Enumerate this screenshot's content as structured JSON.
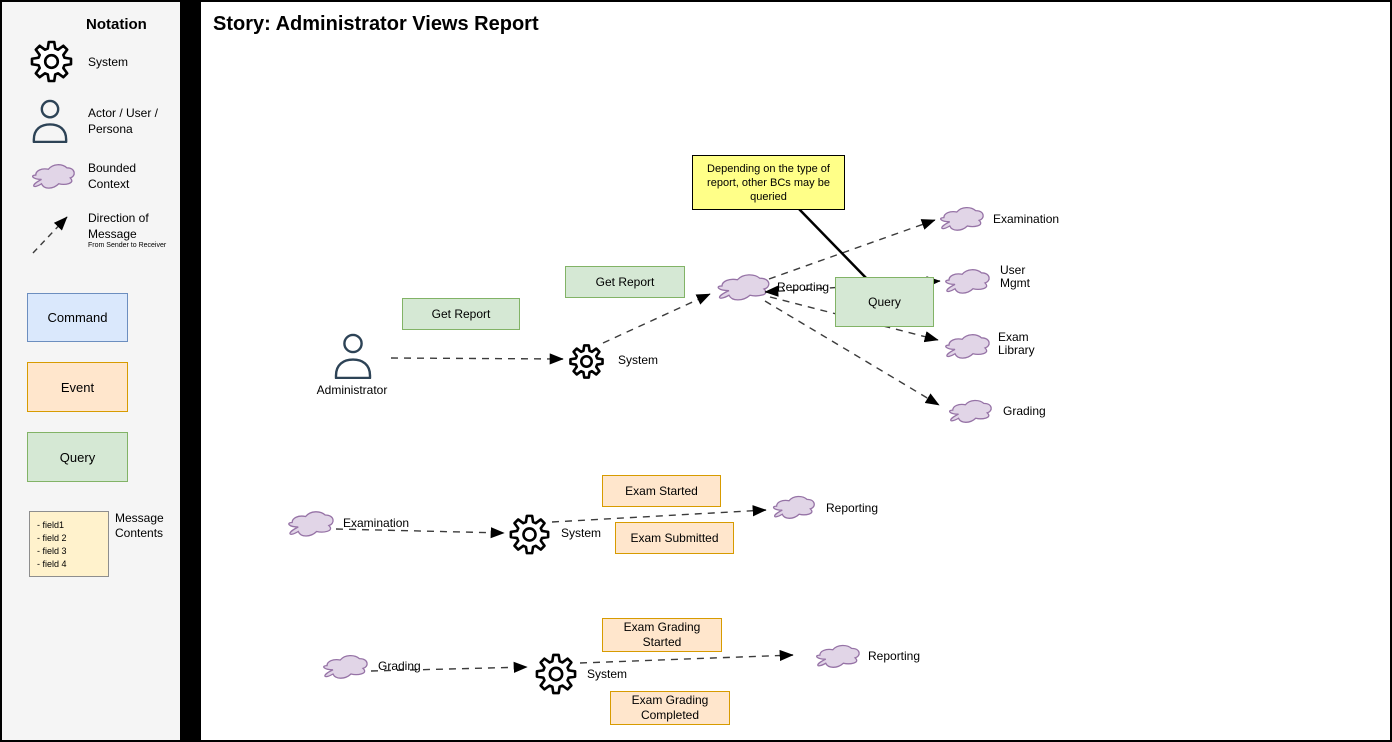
{
  "colors": {
    "command_fill": "#dae8fc",
    "command_stroke": "#6c8ebf",
    "event_fill": "#ffe6cc",
    "event_stroke": "#d79b00",
    "query_fill": "#d5e8d4",
    "query_stroke": "#82b366",
    "bounded_context_fill": "#e1d5e7",
    "bounded_context_stroke": "#9673a6",
    "note_fill": "#ffff88",
    "message_contents_fill": "#fff2cc",
    "sidebar_bg": "#f5f5f5",
    "divider": "#000000"
  },
  "sidebar": {
    "title": "Notation",
    "system_label": "System",
    "actor_label": "Actor / User /\nPersona",
    "bounded_context_label": "Bounded\nContext",
    "direction_label": "Direction of\nMessage",
    "direction_sublabel": "From Sender to Receiver",
    "command_label": "Command",
    "event_label": "Event",
    "query_label": "Query",
    "message_contents_fields": "- field1\n- field 2\n- field 3\n- field 4",
    "message_contents_label": "Message\nContents"
  },
  "canvas": {
    "title": "Story: Administrator Views Report",
    "note_text": "Depending on the type of\nreport, other BCs may be\nqueried",
    "row1": {
      "actor_label": "Administrator",
      "command1": "Get Report",
      "command2": "Get Report",
      "system_label": "System",
      "reporting_label": "Reporting",
      "query_label": "Query",
      "examination_label": "Examination",
      "user_mgmt_label": "User\nMgmt",
      "exam_library_label": "Exam\nLibrary",
      "grading_label": "Grading"
    },
    "row2": {
      "examination_label": "Examination",
      "system_label": "System",
      "event1": "Exam Started",
      "event2": "Exam Submitted",
      "reporting_label": "Reporting"
    },
    "row3": {
      "grading_label": "Grading",
      "system_label": "System",
      "event1": "Exam Grading\nStarted",
      "event2": "Exam Grading\nCompleted",
      "reporting_label": "Reporting"
    }
  }
}
